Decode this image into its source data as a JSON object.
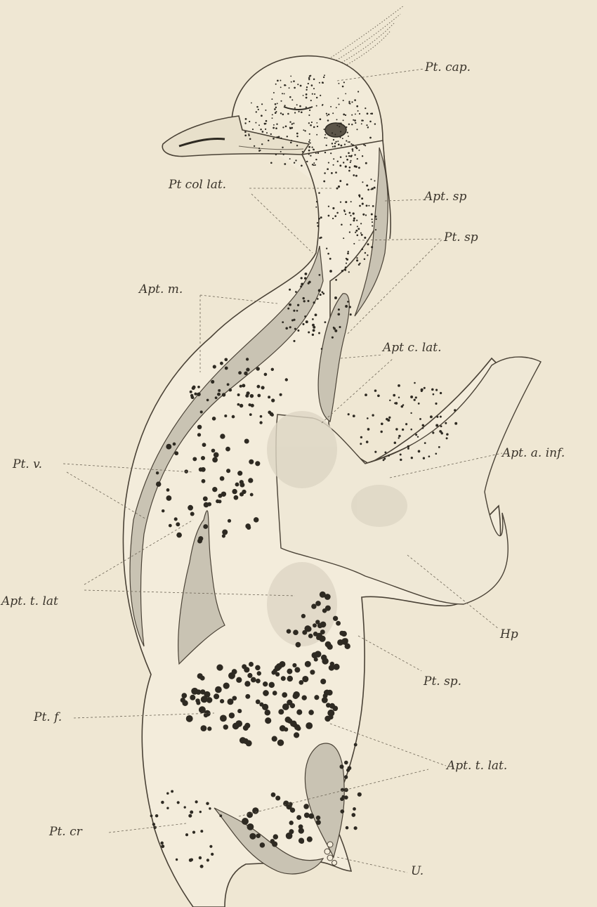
{
  "labels": {
    "pt_cap": "Pt. cap.",
    "pt_col_lat": "Pt col lat.",
    "apt_sp": "Apt. sp",
    "pt_sp_upper": "Pt. sp",
    "apt_m": "Apt. m.",
    "apt_c_lat": "Apt c. lat.",
    "apt_a_inf": "Apt. a. inf.",
    "pt_v": "Pt. v.",
    "apt_t_lat_left": "Apt. t. lat",
    "hp": "Hp",
    "pt_sp_lower": "Pt. sp.",
    "pt_f": "Pt. f.",
    "apt_t_lat_right": "Apt. t. lat.",
    "pt_cr": "Pt. cr",
    "u": "U."
  },
  "colors": {
    "paper": "#efe7d3",
    "ink": "#3a342b",
    "apterium": "#c9c3b3",
    "shade": "#ddd6c4"
  }
}
